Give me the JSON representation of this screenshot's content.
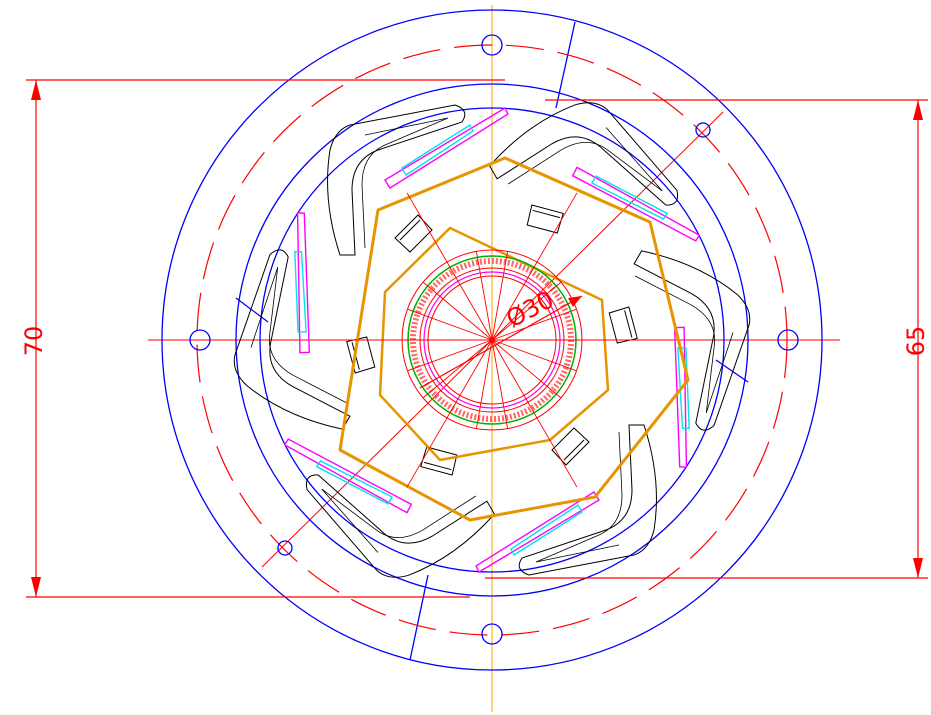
{
  "drawing": {
    "dimensions": {
      "left_height_label": "70",
      "right_height_label": "65",
      "bore_diameter_label": "Ø30"
    },
    "colors": {
      "housing_outline": "#0000ff",
      "dimension_lines": "#ff0000",
      "center_line_vertical": "#ffa500",
      "segment_outline": "#000000",
      "cam_path": "#e69500",
      "strip_magenta": "#ff00ff",
      "strip_cyan": "#00e5e5",
      "bore_green": "#00b000"
    },
    "feature_counts": {
      "mounting_holes": 6,
      "segments": 6
    }
  }
}
